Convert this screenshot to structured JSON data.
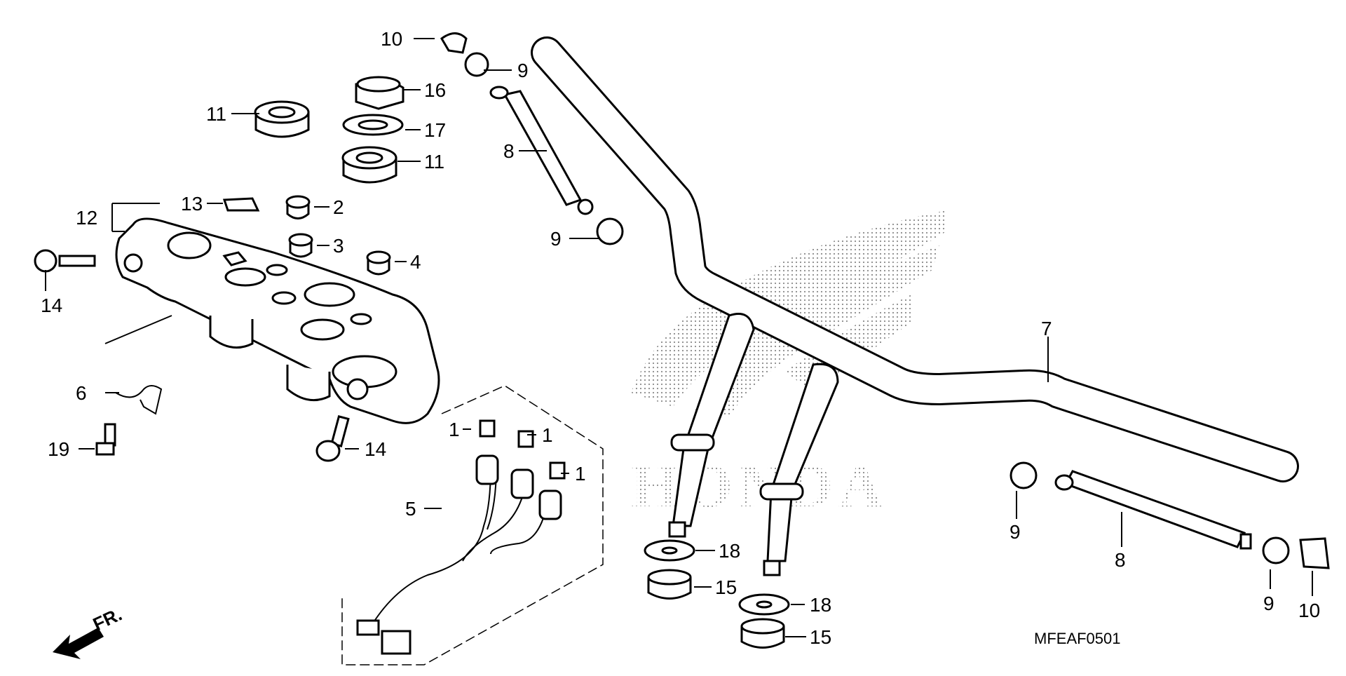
{
  "diagram": {
    "code": "MFEAF0501",
    "direction_label": "FR.",
    "watermark": "HONDA",
    "callouts": {
      "c1a": "1",
      "c1b": "1",
      "c1c": "1",
      "c2": "2",
      "c3": "3",
      "c4": "4",
      "c5": "5",
      "c6": "6",
      "c7": "7",
      "c8a": "8",
      "c8b": "8",
      "c9a": "9",
      "c9b": "9",
      "c9c": "9",
      "c9d": "9",
      "c10a": "10",
      "c10b": "10",
      "c11a": "11",
      "c11b": "11",
      "c12": "12",
      "c13": "13",
      "c14a": "14",
      "c14b": "14",
      "c15a": "15",
      "c15b": "15",
      "c16": "16",
      "c17": "17",
      "c18a": "18",
      "c18b": "18",
      "c19": "19"
    }
  }
}
